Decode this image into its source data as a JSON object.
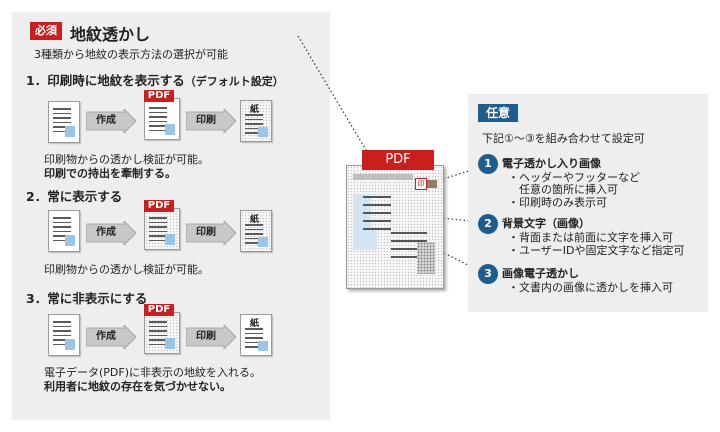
{
  "left": {
    "badge": "必須",
    "title": "地紋透かし",
    "subtitle": "3種類から地紋の表示方法の選択が可能",
    "options": [
      {
        "heading": "1．印刷時に地紋を表示する",
        "suffix": "（デフォルト設定）",
        "note1": "印刷物からの透かし検証が可能。",
        "note2": "印刷での持出を牽制する。"
      },
      {
        "heading": "2．常に表示する",
        "suffix": "",
        "note1": "印刷物からの透かし検証が可能。",
        "note2": ""
      },
      {
        "heading": "3．常に非表示にする",
        "suffix": "",
        "note1": "電子データ(PDF)に非表示の地紋を入れる。",
        "note2": "利用者に地紋の存在を気づかせない。"
      }
    ],
    "arrow_create": "作成",
    "arrow_print": "印刷",
    "pdf_tag": "PDF",
    "paper_label": "紙"
  },
  "center": {
    "pdf_label": "PDF",
    "stamp_text": "印"
  },
  "right": {
    "badge": "任意",
    "subtitle": "下記①～③を組み合わせて設定可",
    "items": [
      {
        "num": "1",
        "title": "電子透かし入り画像",
        "lines": [
          "・ヘッダーやフッターなど",
          "　任意の箇所に挿入可",
          "・印刷時のみ表示可"
        ]
      },
      {
        "num": "2",
        "title": "背景文字（画像）",
        "lines": [
          "・背面または前面に文字を挿入可",
          "・ユーザーIDや固定文字など指定可"
        ]
      },
      {
        "num": "3",
        "title": "画像電子透かし",
        "lines": [
          "・文書内の画像に透かしを挿入可"
        ]
      }
    ]
  },
  "colors": {
    "accent_red": "#c7201f",
    "accent_blue": "#1f5d8f",
    "panel_gray": "#eeeeee",
    "image_blue": "#9bc5e6"
  }
}
